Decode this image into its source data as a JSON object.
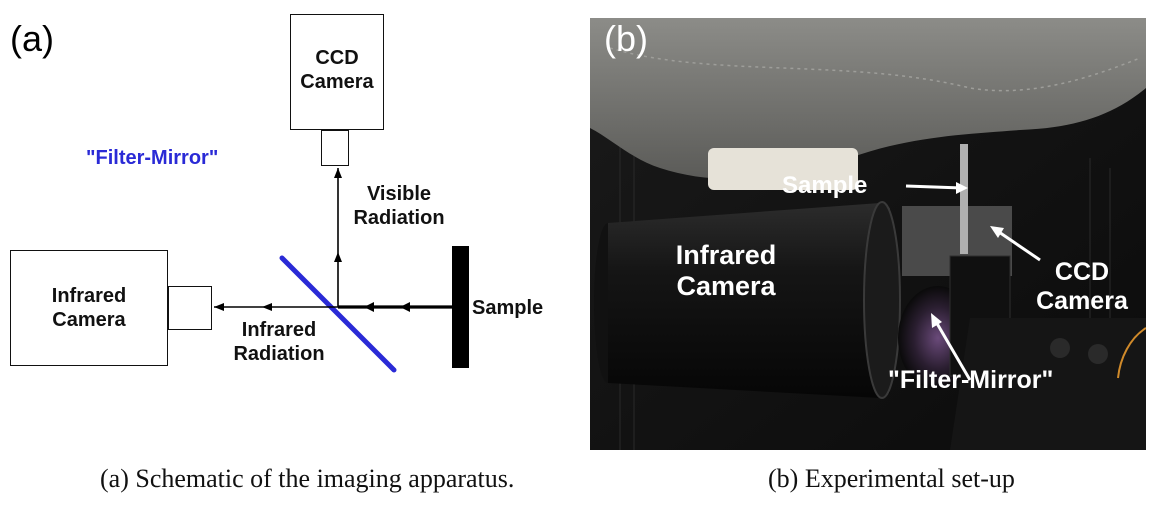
{
  "panel_a": {
    "letter": "(a)",
    "ccd_camera": "CCD\nCamera",
    "filter_mirror": "\"Filter-Mirror\"",
    "visible_radiation": "Visible\nRadiation",
    "infrared_camera": "Infrared\nCamera",
    "infrared_radiation": "Infrared\nRadiation",
    "sample": "Sample",
    "mirror_color": "#2a2ad6",
    "caption": "(a) Schematic of the imaging apparatus."
  },
  "panel_b": {
    "letter": "(b)",
    "sample": "Sample",
    "infrared_camera": "Infrared\nCamera",
    "ccd_camera": "CCD\nCamera",
    "filter_mirror": "\"Filter-Mirror\"",
    "caption": "(b) Experimental set-up"
  }
}
